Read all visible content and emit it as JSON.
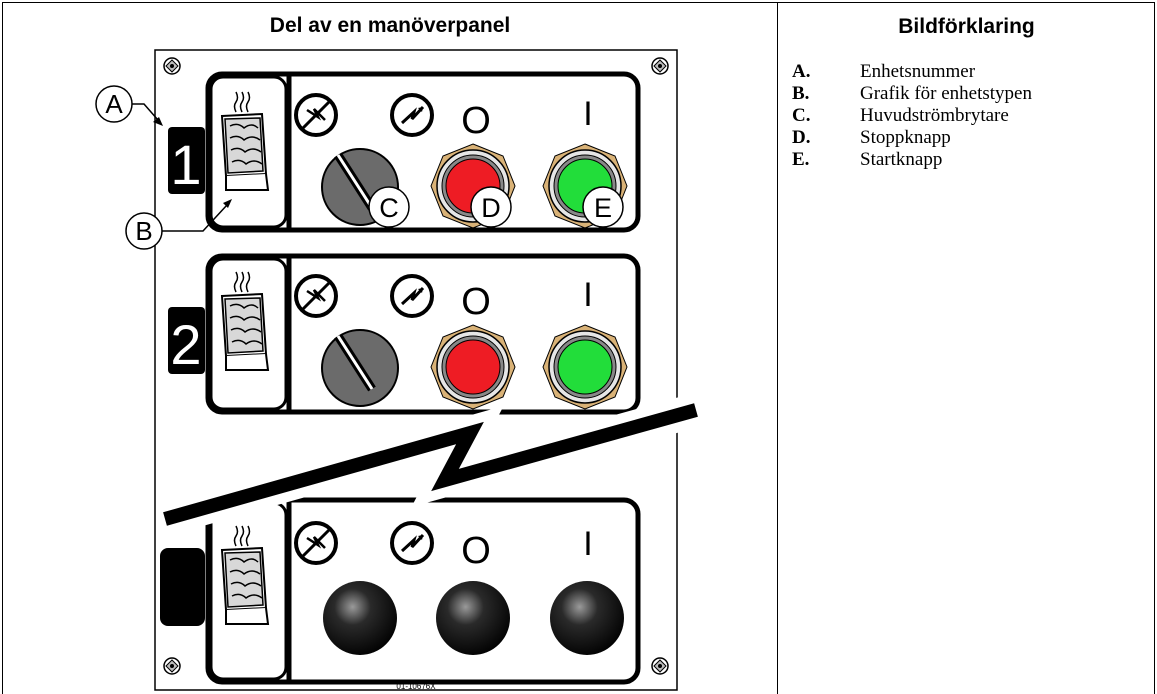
{
  "panel_title": "Del av en manöverpanel",
  "legend": {
    "title": "Bildförklaring",
    "items": [
      {
        "key": "A.",
        "label": "Enhetsnummer"
      },
      {
        "key": "B.",
        "label": "Grafik för enhetstypen"
      },
      {
        "key": "C.",
        "label": "Huvudströmbrytare"
      },
      {
        "key": "D.",
        "label": "Stoppknapp"
      },
      {
        "key": "E.",
        "label": "Startknapp"
      }
    ]
  },
  "callouts": [
    "A",
    "B",
    "C",
    "D",
    "E"
  ],
  "units": [
    {
      "number": "1"
    },
    {
      "number": "2"
    }
  ],
  "symbols": {
    "off": "O",
    "on": "I"
  },
  "part_number": "01-10676X",
  "colors": {
    "stop": "#ee1c24",
    "start": "#22dd3a",
    "switch": "#6b6b6b",
    "plate": "#ffffff",
    "outline": "#000000"
  }
}
